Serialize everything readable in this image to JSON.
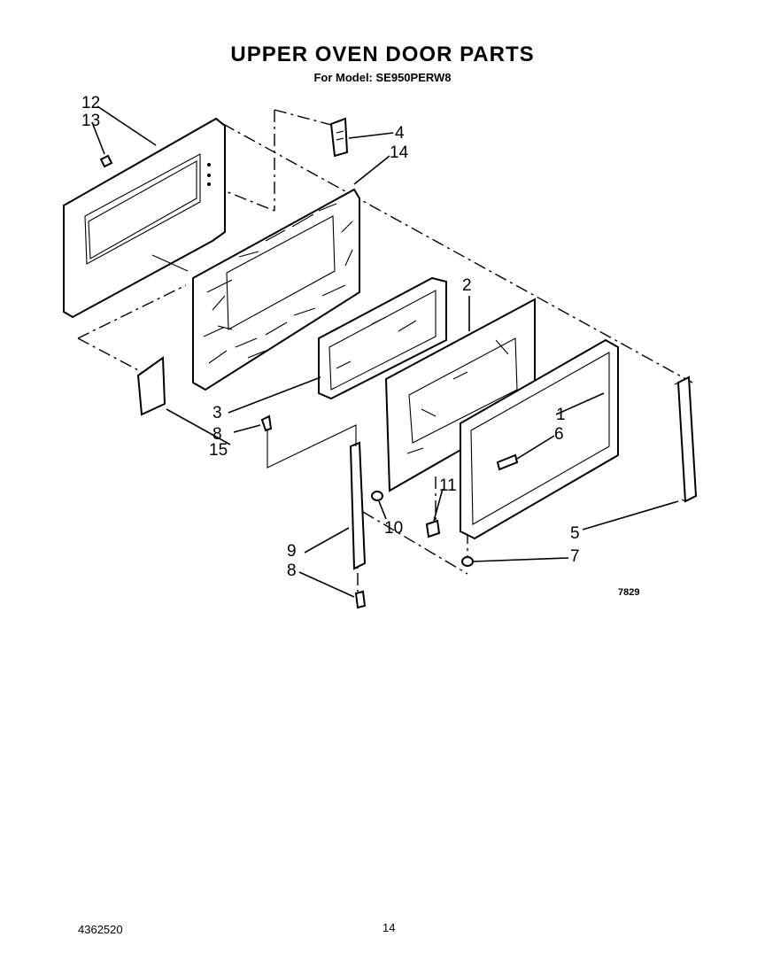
{
  "header": {
    "title": "UPPER OVEN DOOR PARTS",
    "subtitle": "For Model: SE950PERW8"
  },
  "diagram": {
    "figure_code": "7829",
    "callouts": [
      {
        "id": "c12",
        "label": "12"
      },
      {
        "id": "c13",
        "label": "13"
      },
      {
        "id": "c4",
        "label": "4"
      },
      {
        "id": "c14",
        "label": "14"
      },
      {
        "id": "c2",
        "label": "2"
      },
      {
        "id": "c3",
        "label": "3"
      },
      {
        "id": "c8a",
        "label": "8"
      },
      {
        "id": "c15",
        "label": "15"
      },
      {
        "id": "c1",
        "label": "1"
      },
      {
        "id": "c6",
        "label": "6"
      },
      {
        "id": "c11",
        "label": "11"
      },
      {
        "id": "c10",
        "label": "10"
      },
      {
        "id": "c9",
        "label": "9"
      },
      {
        "id": "c8b",
        "label": "8"
      },
      {
        "id": "c5",
        "label": "5"
      },
      {
        "id": "c7",
        "label": "7"
      }
    ]
  },
  "footer": {
    "doc_number": "4362520",
    "page_number": "14"
  }
}
